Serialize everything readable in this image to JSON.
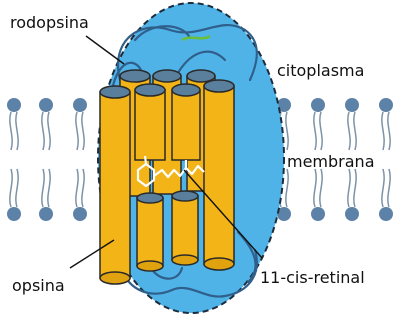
{
  "labels": {
    "rodopsina": "rodopsina",
    "citoplasma": "citoplasma",
    "membrana": "membrana",
    "opsina": "opsina",
    "retinal": "11-cis-retinal"
  },
  "colors": {
    "background": "#ffffff",
    "protein_region": "#4fb3e8",
    "protein_outline": "#1c2c3c",
    "helix_fill": "#f2b416",
    "helix_top": "#5a7f9c",
    "lipid_head": "#5d82a8",
    "lipid_tail": "#7d93a8",
    "loop": "#2f5f8a",
    "retinal": "#ffffff",
    "pointer": "#111111"
  }
}
